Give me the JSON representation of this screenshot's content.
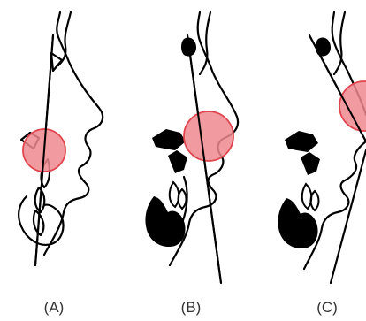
{
  "panels": [
    {
      "label": "(A)"
    },
    {
      "label": "(B)"
    },
    {
      "label": "(C)"
    }
  ],
  "colors": {
    "outline": "#000000",
    "highlight": "#e0454f",
    "highlight_fill": "#ef8a8f",
    "background": "#ffffff"
  }
}
